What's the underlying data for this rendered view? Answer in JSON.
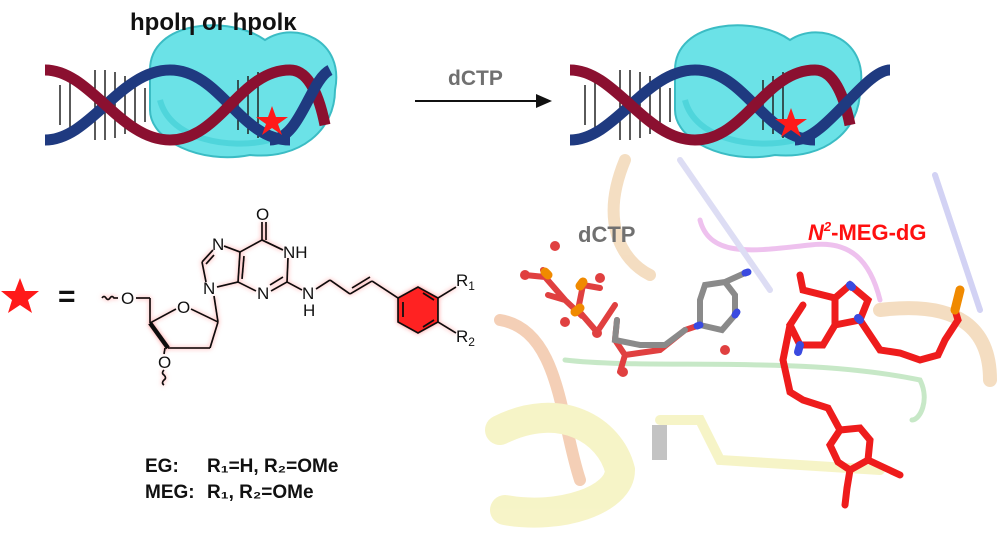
{
  "title": "hpolη or hpolκ",
  "arrow_label": "dCTP",
  "equals": "=",
  "atoms": {
    "carbonyl_o": "O",
    "n7": "N",
    "n1h": "NH",
    "n9": "N",
    "n3": "N",
    "n2": "N",
    "n2h": "H",
    "o5": "O",
    "o4": "O",
    "o3": "O",
    "r1": "R",
    "r1_sub": "1",
    "r2": "R",
    "r2_sub": "2"
  },
  "legend": [
    {
      "name": "EG:",
      "value": "R₁=H, R₂=OMe"
    },
    {
      "name": "MEG:",
      "value": "R₁, R₂=OMe"
    }
  ],
  "structure_labels": {
    "dctp": "dCTP",
    "adduct_prefix": "N",
    "adduct_sup": "2",
    "adduct_rest": "-MEG-dG"
  },
  "colors": {
    "dna_red": "#8b1030",
    "dna_blue": "#1f3a80",
    "protein": "#5fe0e6",
    "star": "#ff1a1a",
    "dctp_text": "#707070",
    "adduct_text": "#ff1010"
  }
}
